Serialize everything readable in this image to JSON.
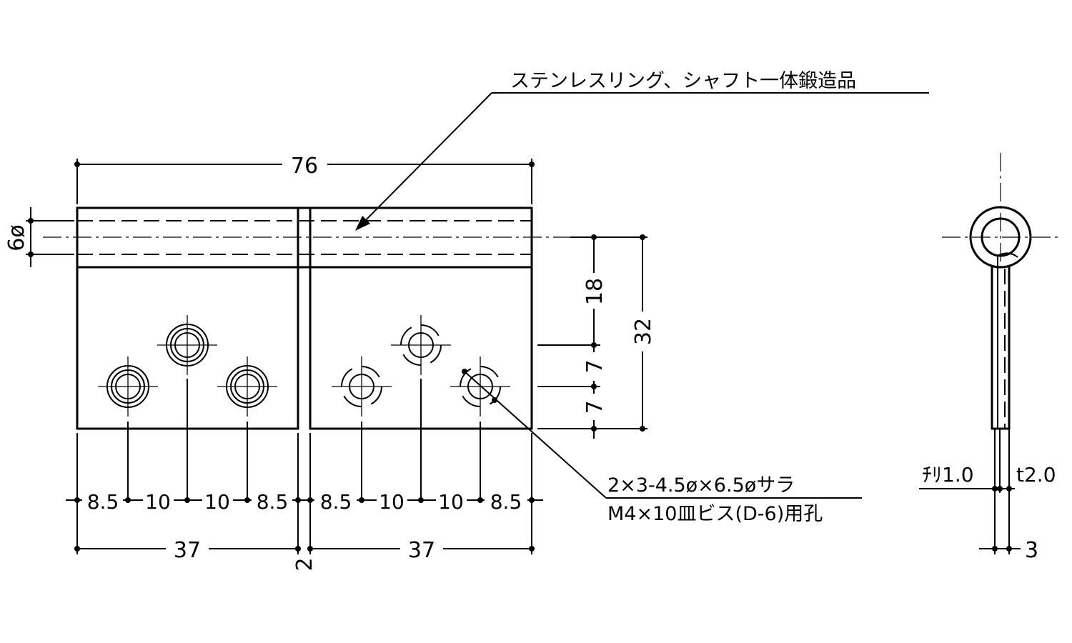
{
  "drawing": {
    "note_top": "ステンレスリング、シャフト一体鍛造品",
    "note_hole_line1": "2×3-4.5ø×6.5øサラ",
    "note_hole_line2": "M4×10皿ビス(D-6)用孔",
    "dims": {
      "overall_width": "76",
      "shaft_dia": "6ø",
      "height_18": "18",
      "height_32": "32",
      "seven_upper": "7",
      "seven_lower": "7",
      "h_left_1": "8.5",
      "h_left_2": "10",
      "h_left_3": "10",
      "h_left_4": "8.5",
      "h_right_1": "8.5",
      "h_right_2": "10",
      "h_right_3": "10",
      "h_right_4": "8.5",
      "leaf_left": "37",
      "leaf_right": "37",
      "gap": "2",
      "clearance": "ﾁﾘ1.0",
      "thickness": "t2.0",
      "side_width": "3"
    }
  }
}
